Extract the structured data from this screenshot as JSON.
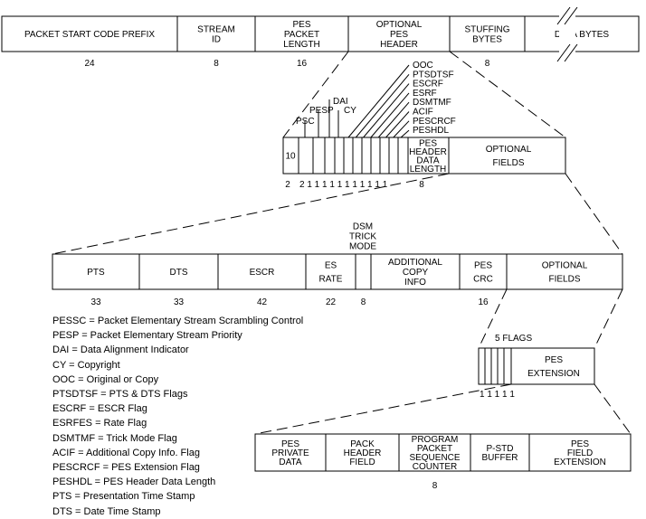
{
  "level1": {
    "fields": [
      {
        "lines": [
          "PACKET START CODE PREFIX"
        ],
        "bits": "24"
      },
      {
        "lines": [
          "STREAM",
          "ID"
        ],
        "bits": "8"
      },
      {
        "lines": [
          "PES",
          "PACKET",
          "LENGTH"
        ],
        "bits": "16"
      },
      {
        "lines": [
          "OPTIONAL",
          "PES",
          "HEADER"
        ],
        "bits": ""
      },
      {
        "lines": [
          "STUFFING",
          "BYTES"
        ],
        "bits": "8"
      },
      {
        "lines": [
          "DATA BYTES"
        ],
        "bits": ""
      }
    ]
  },
  "level2": {
    "first_field": {
      "value": "10",
      "bits": "2"
    },
    "flag_labels": [
      "PSC",
      "PESP",
      "DAI",
      "CY",
      "OOC",
      "PTSDTSF",
      "ESCRF",
      "ESRF",
      "DSMTMF",
      "ACIF",
      "PESCRCF",
      "PESHDL"
    ],
    "flag_bits_label": "2  1 1 1 1 1 1 1 1 1 1 1",
    "header_length": {
      "lines": [
        "PES",
        "HEADER",
        "DATA",
        "LENGTH"
      ],
      "bits": "8"
    },
    "optional": {
      "lines": [
        "OPTIONAL",
        "FIELDS"
      ]
    }
  },
  "level3": {
    "dsm_label": [
      "DSM",
      "TRICK",
      "MODE"
    ],
    "fields": [
      {
        "lines": [
          "PTS"
        ],
        "bits": "33"
      },
      {
        "lines": [
          "DTS"
        ],
        "bits": "33"
      },
      {
        "lines": [
          "ESCR"
        ],
        "bits": "42"
      },
      {
        "lines": [
          "ES",
          "RATE"
        ],
        "bits": "22"
      },
      {
        "lines": [
          ""
        ],
        "bits": "8"
      },
      {
        "lines": [
          "ADDITIONAL",
          "COPY",
          "INFO"
        ],
        "bits": ""
      },
      {
        "lines": [
          "PES",
          "CRC"
        ],
        "bits": "16"
      },
      {
        "lines": [
          "OPTIONAL",
          "FIELDS"
        ],
        "bits": ""
      }
    ]
  },
  "level4": {
    "flags_label": "5 FLAGS",
    "flag_bits_label": "1 1 1 1 1",
    "extension": {
      "lines": [
        "PES",
        "EXTENSION"
      ]
    }
  },
  "level5": {
    "fields": [
      {
        "lines": [
          "PES",
          "PRIVATE",
          "DATA"
        ],
        "bits": ""
      },
      {
        "lines": [
          "PACK",
          "HEADER",
          "FIELD"
        ],
        "bits": ""
      },
      {
        "lines": [
          "PROGRAM",
          "PACKET",
          "SEQUENCE",
          "COUNTER"
        ],
        "bits": "8"
      },
      {
        "lines": [
          "P-STD",
          "BUFFER"
        ],
        "bits": ""
      },
      {
        "lines": [
          "PES",
          "FIELD",
          "EXTENSION"
        ],
        "bits": ""
      }
    ]
  },
  "legend": [
    "PESSC = Packet Elementary Stream Scrambling Control",
    "PESP = Packet Elementary Stream Priority",
    "DAI = Data Alignment Indicator",
    "CY = Copyright",
    "OOC = Original or Copy",
    "PTSDTSF = PTS & DTS Flags",
    "ESCRF = ESCR Flag",
    "ESRFES = Rate Flag",
    "DSMTMF = Trick Mode Flag",
    "ACIF = Additional Copy Info. Flag",
    "PESCRCF = PES Extension Flag",
    "PESHDL = PES Header Data Length",
    "PTS = Presentation Time Stamp",
    "DTS = Date Time Stamp"
  ]
}
